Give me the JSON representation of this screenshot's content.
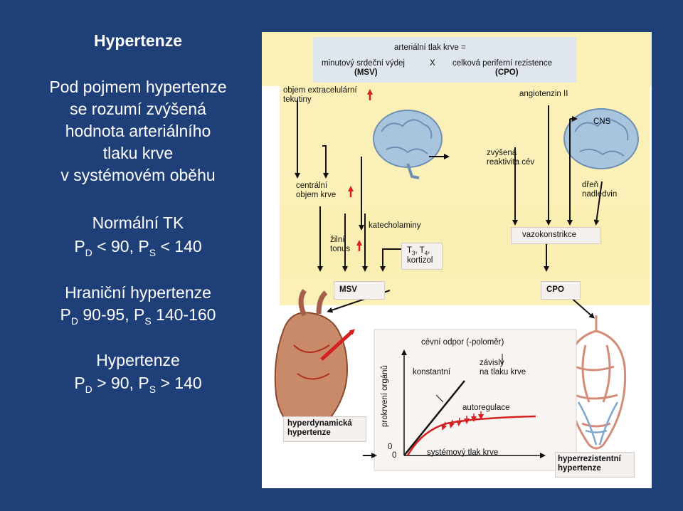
{
  "left": {
    "title": "Hypertenze",
    "definition": [
      "Pod pojmem hypertenze",
      "se rozumí zvýšená",
      "hodnota arteriálního",
      "tlaku krve",
      "v systémovém oběhu"
    ],
    "normal": {
      "heading": "Normální TK",
      "p1": "P",
      "s1": "D",
      "v1": " < 90, P",
      "s2": "S",
      "v2": " < 140"
    },
    "border": {
      "heading": "Hraniční hypertenze",
      "p1": "P",
      "s1": "D",
      "v1": " 90-95, P",
      "s2": "S",
      "v2": " 140-160"
    },
    "hyper": {
      "heading": "Hypertenze",
      "p1": "P",
      "s1": "D",
      "v1": " > 90, P",
      "s2": "S",
      "v2": " > 140"
    }
  },
  "figure": {
    "formula_top": "arteriální tlak krve =",
    "msv_full": "minutový srdeční výdej",
    "times": "X",
    "cpo_full": "celková periferní rezistence",
    "msv_abbr": "(MSV)",
    "cpo_abbr": "(CPO)",
    "ecf": [
      "objem extracelulární",
      "tekutiny"
    ],
    "angiotensin": "angiotenzin II",
    "cns": "CNS",
    "reactivity": [
      "zvýšená",
      "reaktivita cév"
    ],
    "adrenal": [
      "dřeň",
      "nadledvin"
    ],
    "central_volume": [
      "centrální",
      "objem krve"
    ],
    "catecholamines": "katecholaminy",
    "venous_tone": [
      "žilní",
      "tonus"
    ],
    "hormones": [
      "T",
      "3",
      ", T",
      "4",
      ",",
      "kortizol"
    ],
    "vasoconstriction": "vazokonstrikce",
    "msv": "MSV",
    "cpo": "CPO",
    "resistance": "cévní odpor (-poloměr)",
    "constant": "konstantní",
    "dependent": [
      "závislý",
      "na tlaku krve"
    ],
    "autoregulation": "autoregulace",
    "y_axis": "prokrvení orgánů",
    "x_axis": "systémový tlak krve",
    "zero_y": "0",
    "zero_x": "0",
    "hyperdynamic": [
      "hyperdynamická",
      "hypertenze"
    ],
    "hyperresistant": [
      "hyperrezistentní",
      "hypertenze"
    ]
  },
  "colors": {
    "background": "#1f3f78",
    "band": "#fbf0b8",
    "accent_red": "#d42020"
  }
}
